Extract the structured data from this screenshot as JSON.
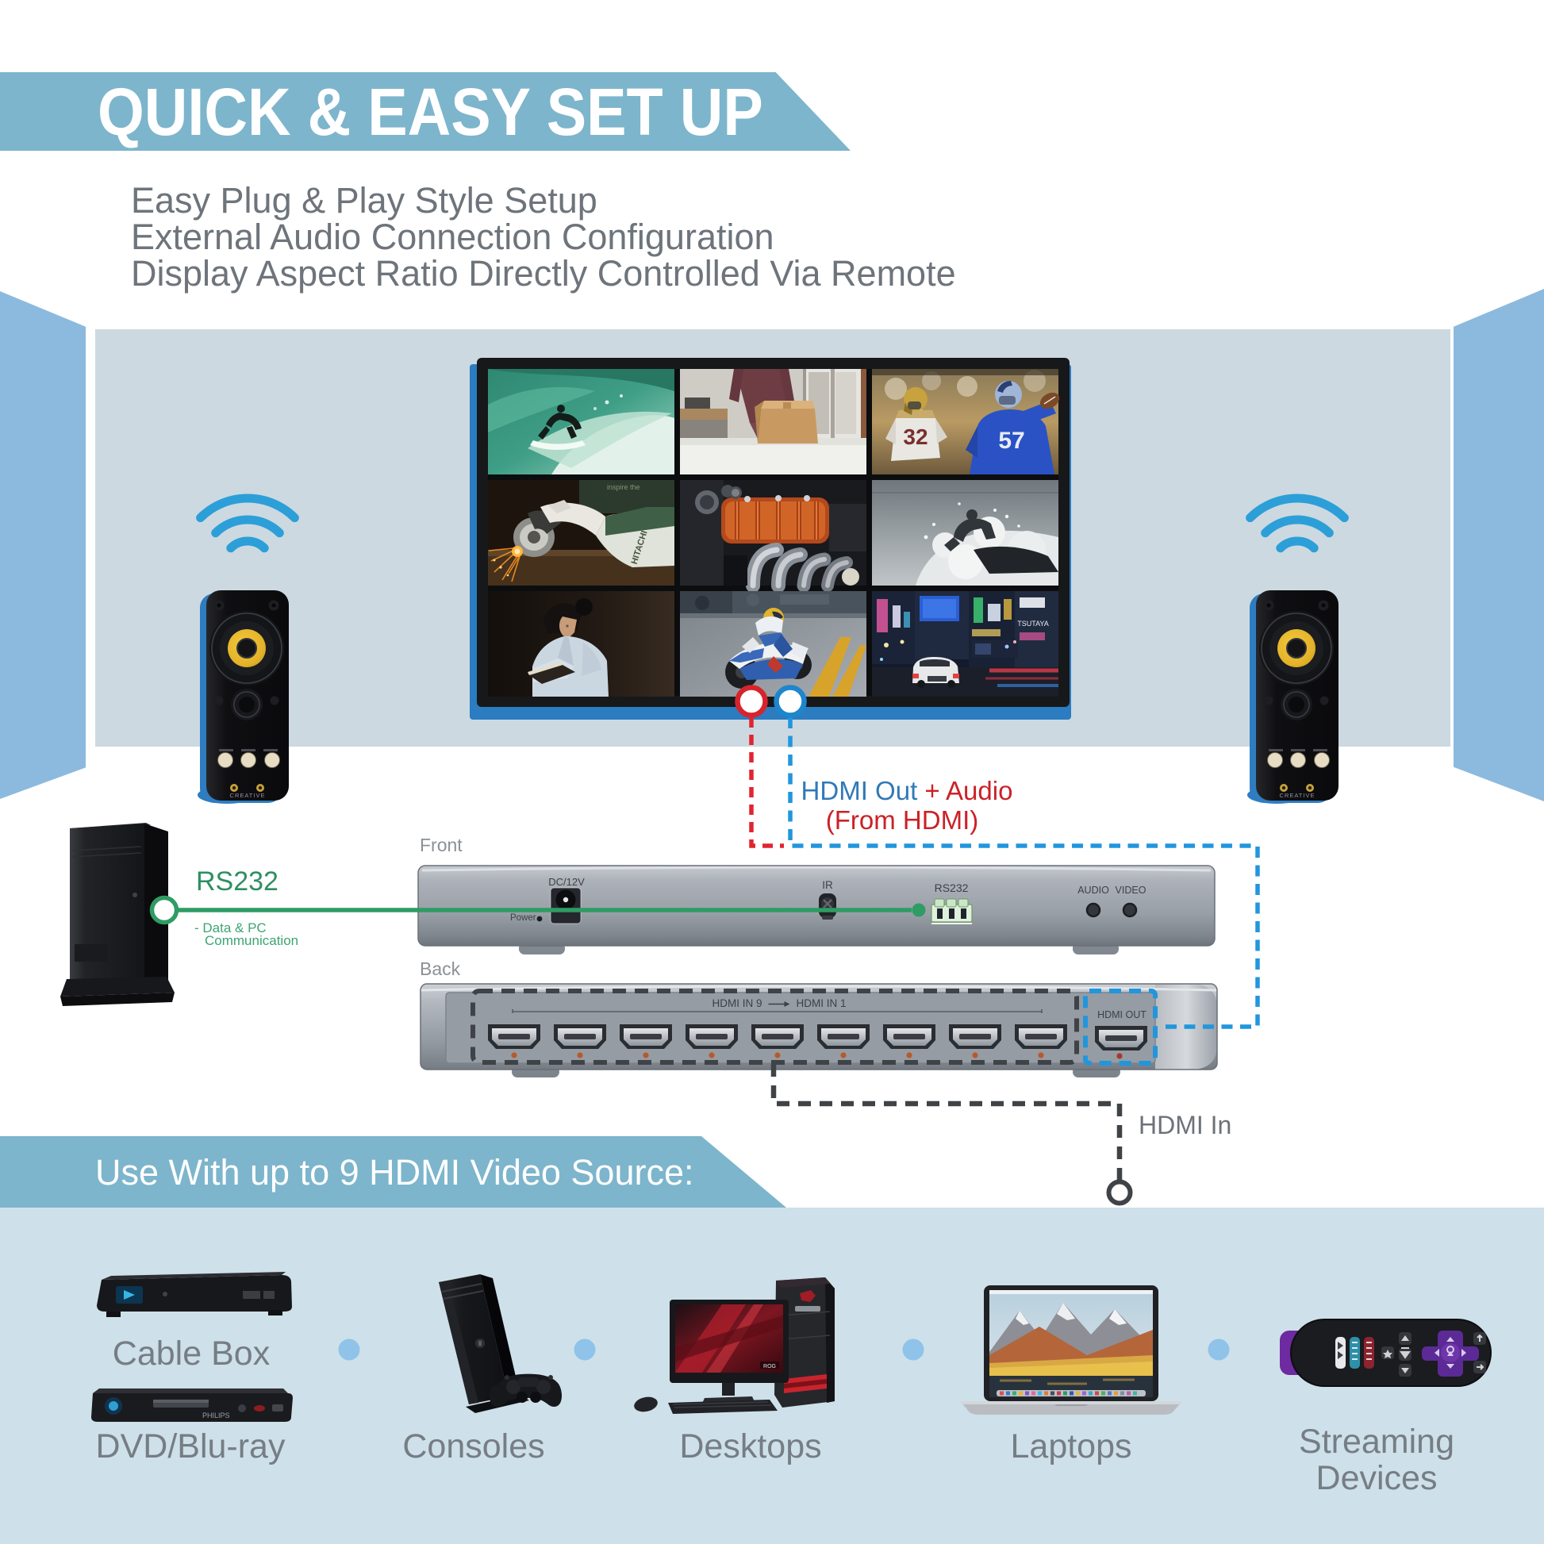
{
  "banner": {
    "title": "QUICK & EASY SET UP"
  },
  "bullets": [
    "Easy Plug & Play Style Setup",
    "External Audio Connection Configuration",
    "Display Aspect Ratio Directly Controlled Via Remote"
  ],
  "scene": {
    "front_label": "Front",
    "back_label": "Back",
    "rs232": {
      "title": "RS232",
      "note_line1": "-  Data & PC",
      "note_line2": "Communication"
    },
    "hdmi_out_audio": {
      "part_blue": "HDMI Out",
      "part_red": " + Audio",
      "line2": "(From HDMI)"
    },
    "hdmi_in_label": "HDMI In",
    "speaker_brand": "CREATIVE",
    "front_panel": {
      "dc_label": "DC/12V",
      "power_label": "Power",
      "ir_label": "IR",
      "rs232_label": "RS232",
      "audio_label": "AUDIO",
      "video_label": "VIDEO"
    },
    "back_panel": {
      "ports_left": "HDMI IN 9",
      "ports_right": "HDMI IN 1",
      "hdmi_out_label": "HDMI OUT"
    },
    "tv_cells": [
      "surfer-on-wave",
      "person-packing-box",
      "football-players",
      "angle-grinder-sparks",
      "car-engine",
      "jet-ski-rider",
      "woman-reading",
      "motorcycle-racer",
      "city-street-night"
    ],
    "photo_texts": {
      "glove_brand": "HITACHI",
      "glove_slogan": "inspire the",
      "city_sign": "TSUTAYA",
      "jersey_left": "32",
      "jersey_right": "57"
    }
  },
  "bottom": {
    "ribbon_title": "Use With up to 9 HDMI Video Source:",
    "labels": {
      "cable_box": "Cable Box",
      "dvd": "DVD/Blu-ray",
      "consoles": "Consoles",
      "desktops": "Desktops",
      "laptops": "Laptops",
      "streaming_line1": "Streaming",
      "streaming_line2": "Devices"
    },
    "dvd_brand": "PHILIPS"
  },
  "colors": {
    "ribbon_blue": "#7db5cc",
    "wall_blue": "#8cbade",
    "panel_gray_blue": "#ccd9e1",
    "bottom_blue": "#cee0e9",
    "accent_blue_dash": "#2196dd",
    "accent_red": "#d9262e",
    "accent_green": "#2f9c63",
    "wifi_blue": "#2d9fd8",
    "tv_shadow_blue": "#2b7cc1",
    "text_gray": "#6e747b"
  }
}
